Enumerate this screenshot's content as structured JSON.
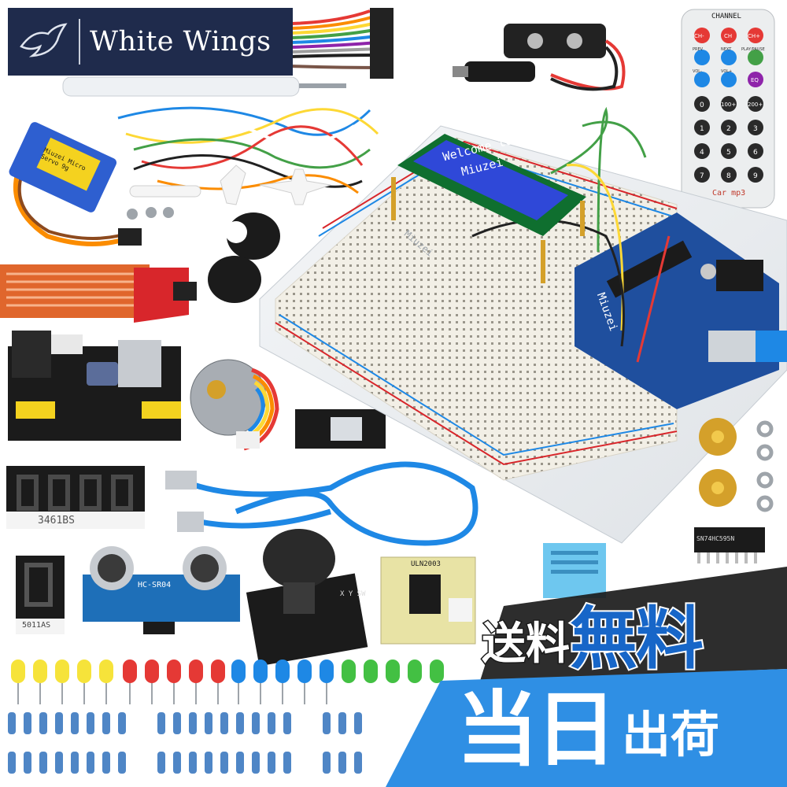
{
  "brand": {
    "name": "White Wings",
    "logo_icon": "bird-icon"
  },
  "lcd": {
    "line1": "Welcome to",
    "line2": "Miuzei"
  },
  "labels": {
    "remote_channel": "CHANNEL",
    "remote_buttons": [
      "CH-",
      "CH",
      "CH+",
      "PREV",
      "NEXT",
      "PLAY/PAUSE",
      "VOL-",
      "VOL+",
      "EQ",
      "0",
      "100+",
      "200+",
      "1",
      "2",
      "3",
      "4",
      "5",
      "6",
      "7",
      "8",
      "9"
    ],
    "remote_brand": "Car mp3",
    "servo": "Miuzei Micro Servo 9g",
    "board_brand": "Miuzei",
    "breadboard_brand": "Miuzei",
    "segment4": "3461BS",
    "segment1": "5011AS",
    "ultrasonic": "HC-SR04",
    "stepper_driver": "ULN2003",
    "ic": "SN74HC595N",
    "joystick_axes": "X Y SW"
  },
  "promo": {
    "line1_small": "送料",
    "line1_big": "無料",
    "line2_big": "当日",
    "line2_small": "出荷"
  },
  "colors": {
    "brand_bg": "#1f2b4c",
    "promo_blue": "#1766c8",
    "promo_light_blue": "#2f8fe4",
    "lcd_blue": "#2f48d8",
    "board_blue": "#1f4f9e",
    "module_red": "#d8262b",
    "module_black": "#1b1b1b"
  }
}
